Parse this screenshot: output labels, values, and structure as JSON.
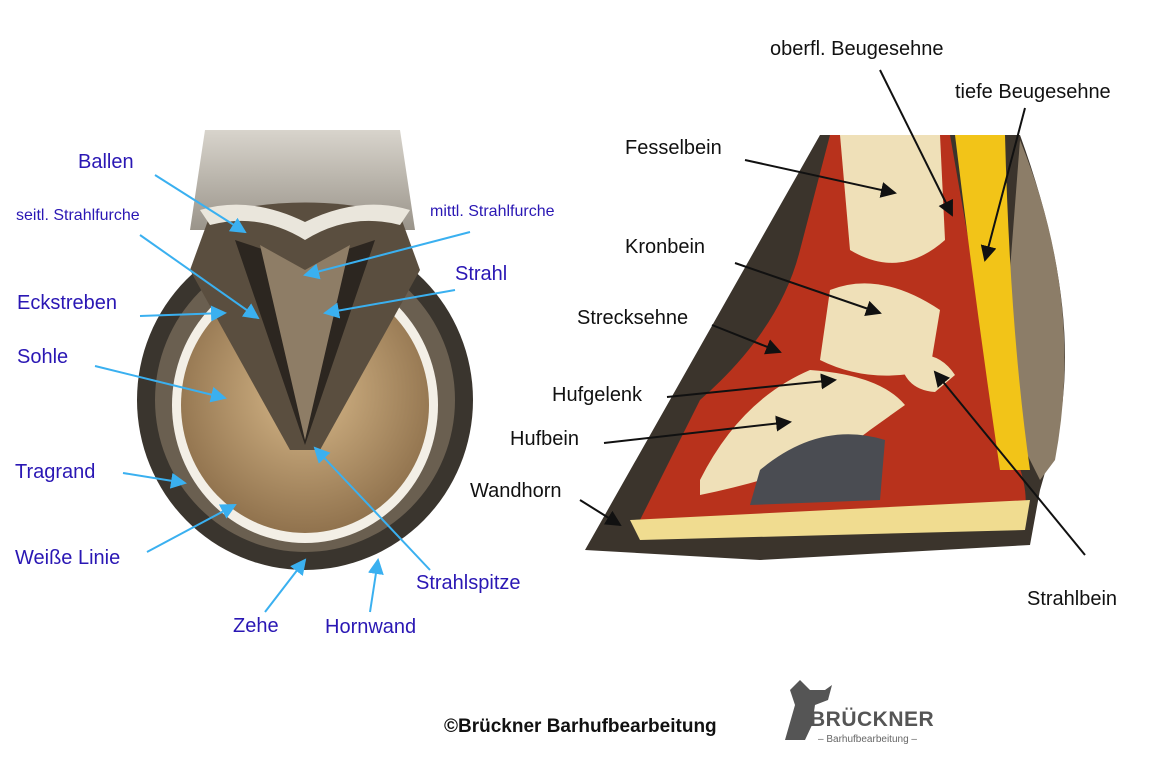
{
  "left_diagram": {
    "labels": {
      "ballen": "Ballen",
      "seitl_strahlfurche": "seitl. Strahlfurche",
      "mittl_strahlfurche": "mittl. Strahlfurche",
      "strahl": "Strahl",
      "eckstreben": "Eckstreben",
      "sohle": "Sohle",
      "tragrand": "Tragrand",
      "weisse_linie": "Weiße Linie",
      "zehe": "Zehe",
      "hornwand": "Hornwand",
      "strahlspitze": "Strahlspitze"
    },
    "label_color": "#2a17b4",
    "arrow_color": "#3ab0f0"
  },
  "right_diagram": {
    "labels": {
      "oberfl_beugesehne": "oberfl. Beugesehne",
      "tiefe_beugesehne": "tiefe Beugesehne",
      "fesselbein": "Fesselbein",
      "kronbein": "Kronbein",
      "strecksehne": "Strecksehne",
      "hufgelenk": "Hufgelenk",
      "hufbein": "Hufbein",
      "wandhorn": "Wandhorn",
      "strahlbein": "Strahlbein"
    },
    "label_color": "#111111"
  },
  "footer": {
    "copyright": "©Brückner Barhufbearbeitung",
    "logo_name": "BRÜCKNER",
    "logo_subtitle": "– Barhufbearbeitung –"
  }
}
